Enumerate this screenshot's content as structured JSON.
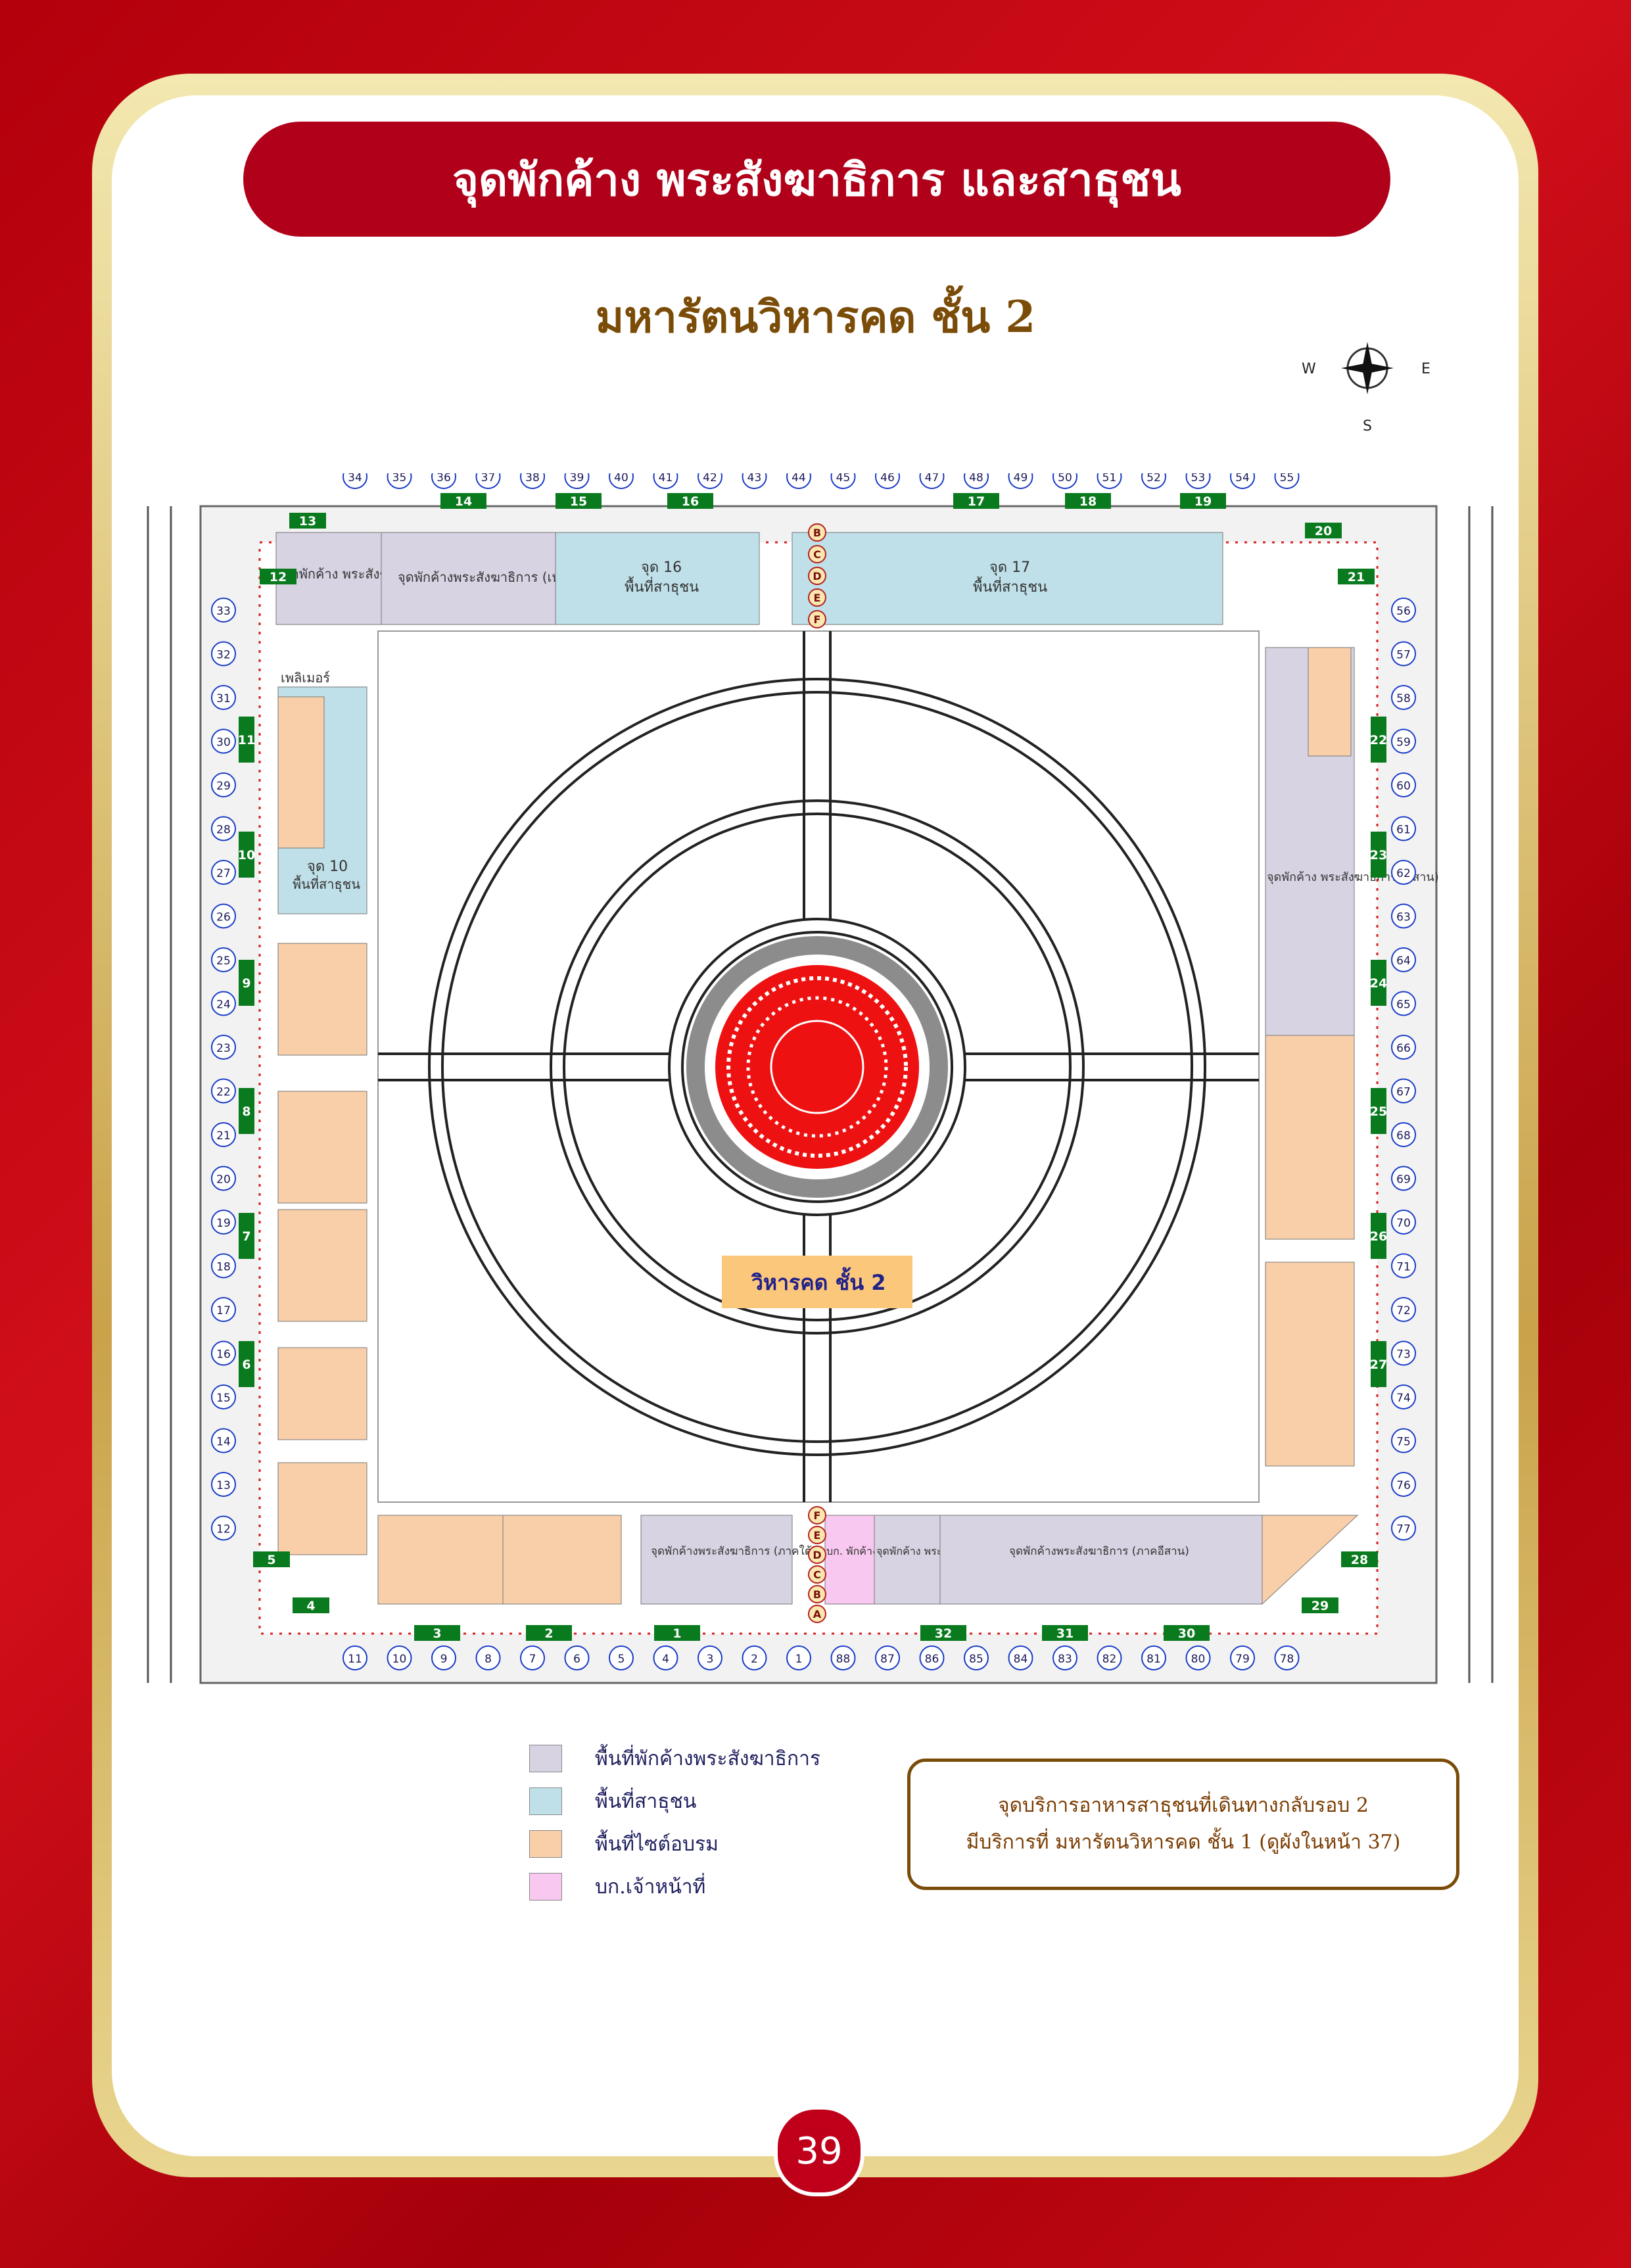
{
  "header": {
    "title": "จุดพักค้าง พระสังฆาธิการ และสาธุชน",
    "subtitle": "มหารัตนวิหารคด ชั้น 2"
  },
  "compass": {
    "west": "W",
    "east": "E",
    "south": "S"
  },
  "map": {
    "center_label": "วิหารคด ชั้น 2",
    "zones": {
      "north_lodging_small": "จุดพักค้าง พระสังฆาธิการ (เหนือ) สำรอง",
      "north_lodging": "จุดพักค้างพระสังฆาธิการ (เหนือ)",
      "zone16_name": "จุด 16",
      "zone16_area": "พื้นที่สาธุชน",
      "zone17_name": "จุด 17",
      "zone17_area": "พื้นที่สาธุชน",
      "zone10_name": "จุด 10",
      "zone10_area": "พื้นที่สาธุชน",
      "west_title": "เพลิเมอร์",
      "east_lodging": "จุดพักค้าง พระสังฆาธิการ (อีสาน)",
      "south_lodging_1": "จุดพักค้างพระสังฆาธิการ (ภาคใต้)",
      "south_staff": "บก. พักค้างพระ",
      "south_lodging_2": "จุดพักค้าง พระศลจ.",
      "south_lodging_3": "จุดพักค้างพระสังฆาธิการ (ภาคอีสาน)"
    },
    "gate_letters": [
      "B",
      "C",
      "D",
      "E",
      "F"
    ],
    "gate_letters_south": [
      "F",
      "E",
      "D",
      "C",
      "B",
      "A"
    ],
    "top_numbers": [
      "34",
      "35",
      "36",
      "37",
      "38",
      "39",
      "40",
      "41",
      "42",
      "43",
      "44",
      "45",
      "46",
      "47",
      "48",
      "49",
      "50",
      "51",
      "52",
      "53",
      "54",
      "55"
    ],
    "left_numbers": [
      "33",
      "32",
      "31",
      "30",
      "29",
      "28",
      "27",
      "26",
      "25",
      "24",
      "23",
      "22",
      "21",
      "20",
      "19",
      "18",
      "17",
      "16",
      "15",
      "14",
      "13",
      "12"
    ],
    "right_numbers": [
      "56",
      "57",
      "58",
      "59",
      "60",
      "61",
      "62",
      "63",
      "64",
      "65",
      "66",
      "67",
      "68",
      "69",
      "70",
      "71",
      "72",
      "73",
      "74",
      "75",
      "76",
      "77"
    ],
    "bottom_numbers": [
      "11",
      "10",
      "9",
      "8",
      "7",
      "6",
      "5",
      "4",
      "3",
      "2",
      "1",
      "88",
      "87",
      "86",
      "85",
      "84",
      "83",
      "82",
      "81",
      "80",
      "79",
      "78"
    ],
    "top_gates": [
      "14",
      "15",
      "16",
      "17",
      "18",
      "19"
    ],
    "left_gates": [
      "11",
      "10",
      "9",
      "8",
      "7",
      "6"
    ],
    "right_gates": [
      "22",
      "23",
      "24",
      "25",
      "26",
      "27"
    ],
    "bottom_gates": [
      "3",
      "2",
      "1",
      "32",
      "31",
      "30"
    ],
    "corner_gates": [
      "13",
      "12",
      "20",
      "21",
      "5",
      "4",
      "28",
      "29"
    ]
  },
  "legend": [
    {
      "label": "พื้นที่พักค้างพระสังฆาธิการ",
      "color": "#d8d3e3"
    },
    {
      "label": "พื้นที่สาธุชน",
      "color": "#bfe0e8"
    },
    {
      "label": "พื้นที่ไซต์อบรม",
      "color": "#f8cfa8"
    },
    {
      "label": "บก.เจ้าหน้าที่",
      "color": "#f8c8f0"
    }
  ],
  "note": {
    "line1": "จุดบริการอาหารสาธุชนที่เดินทางกลับรอบ 2",
    "line2": "มีบริการที่ มหารัตนวิหารคด ชั้น 1 (ดูผังในหน้า 37)"
  },
  "page_number": "39",
  "colors": {
    "lodging": "#d8d3e3",
    "public": "#bfe0e8",
    "training": "#f8cfa8",
    "staff": "#f8c8f0",
    "gate": "#0a7a1e",
    "number_circle": "#1a3cc8",
    "center": "#ee1111",
    "accent": "#b0001a"
  }
}
